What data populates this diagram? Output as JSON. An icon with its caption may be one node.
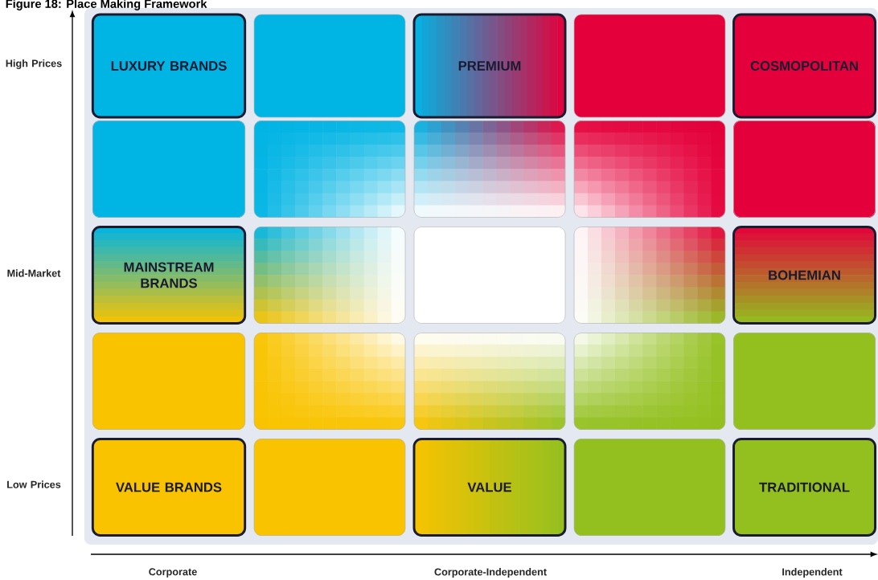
{
  "diagram": {
    "title": "Figure 18: Place Making Framework",
    "nodes": [
      {
        "text": [
          "LUXURY BRANDS"
        ]
      },
      {
        "text": [],
        "shape": "box"
      },
      {
        "text": [
          "PREMIUM"
        ]
      },
      {
        "text": [],
        "shape": "box"
      },
      {
        "text": [
          "COSMOPOLITAN"
        ]
      },
      {
        "text": [],
        "shape": "box"
      },
      {
        "text": [],
        "shape": "box"
      },
      {
        "text": [],
        "shape": "box"
      },
      {
        "text": [],
        "shape": "box"
      },
      {
        "text": [],
        "shape": "box"
      },
      {
        "text": [
          "MAINSTREAM BRANDS"
        ]
      },
      {
        "text": [],
        "shape": "box"
      },
      {
        "text": [],
        "shape": "box"
      },
      {
        "text": [],
        "shape": "box"
      },
      {
        "text": [
          "BOHEMIAN"
        ]
      },
      {
        "text": [],
        "shape": "box"
      },
      {
        "text": [],
        "shape": "box"
      },
      {
        "text": [],
        "shape": "box"
      },
      {
        "text": [],
        "shape": "box"
      },
      {
        "text": [],
        "shape": "box"
      },
      {
        "text": [
          "VALUE BRANDS"
        ]
      },
      {
        "text": [],
        "shape": "box"
      },
      {
        "text": [
          "VALUE"
        ]
      },
      {
        "text": [],
        "shape": "box"
      },
      {
        "text": [
          "TRADITIONAL"
        ]
      }
    ],
    "labels": [
      "High Prices",
      "Mid-Market",
      "Low Prices",
      "Corporate",
      "Corporate-Independent",
      "Independent"
    ]
  }
}
